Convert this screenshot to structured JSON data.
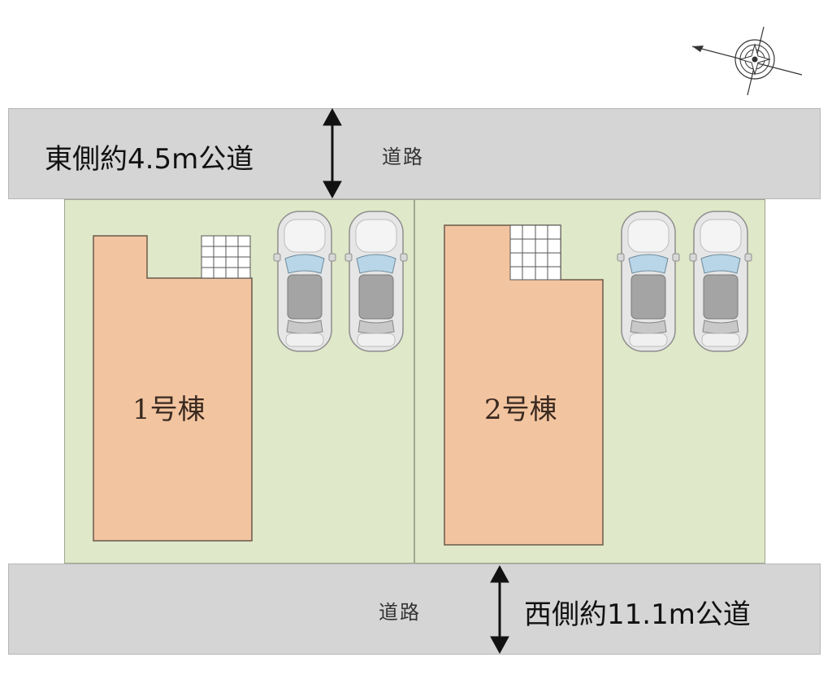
{
  "roads": {
    "top": {
      "label": "道路",
      "description": "東側約4.5m公道"
    },
    "bottom": {
      "label": "道路",
      "description": "西側約11.1m公道"
    }
  },
  "buildings": [
    {
      "label": "1号棟"
    },
    {
      "label": "2号棟"
    }
  ],
  "colors": {
    "road": "#d4d5d4",
    "lot": "#dfe8c8",
    "building": "#f2c4a0",
    "car": "#e4e4e4",
    "windshield": "#b8d6e8"
  },
  "icons": [
    "compass-icon",
    "width-arrow-icon",
    "car-icon"
  ]
}
